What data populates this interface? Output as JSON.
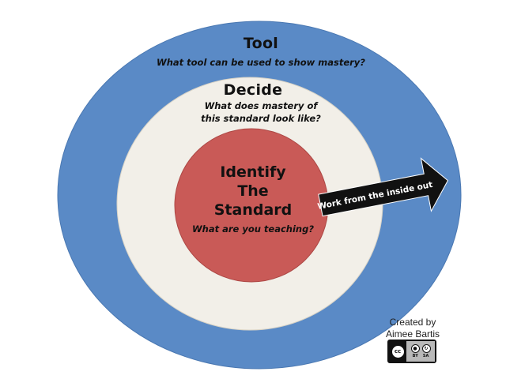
{
  "colors": {
    "outer_ring": "#5a8ac6",
    "middle_ring": "#f2efe8",
    "inner_circle": "#c95a57",
    "arrow": "#111111",
    "arrow_text": "#ffffff"
  },
  "outer": {
    "title": "Tool",
    "subtitle": "What tool can be used to show mastery?"
  },
  "middle": {
    "title": "Decide",
    "subtitle_line1": "What does mastery of",
    "subtitle_line2": "this standard look like?"
  },
  "inner": {
    "title_line1": "Identify",
    "title_line2": "The",
    "title_line3": "Standard",
    "subtitle": "What are you teaching?"
  },
  "arrow": {
    "label": "Work from the inside out"
  },
  "credit": {
    "line1": "Created by",
    "line2": "Aimee Bartis"
  },
  "license": {
    "left_icon": "cc-icon",
    "left_text": "cc",
    "icons": [
      "by-icon",
      "sa-icon"
    ],
    "terms": [
      "BY",
      "SA"
    ]
  }
}
